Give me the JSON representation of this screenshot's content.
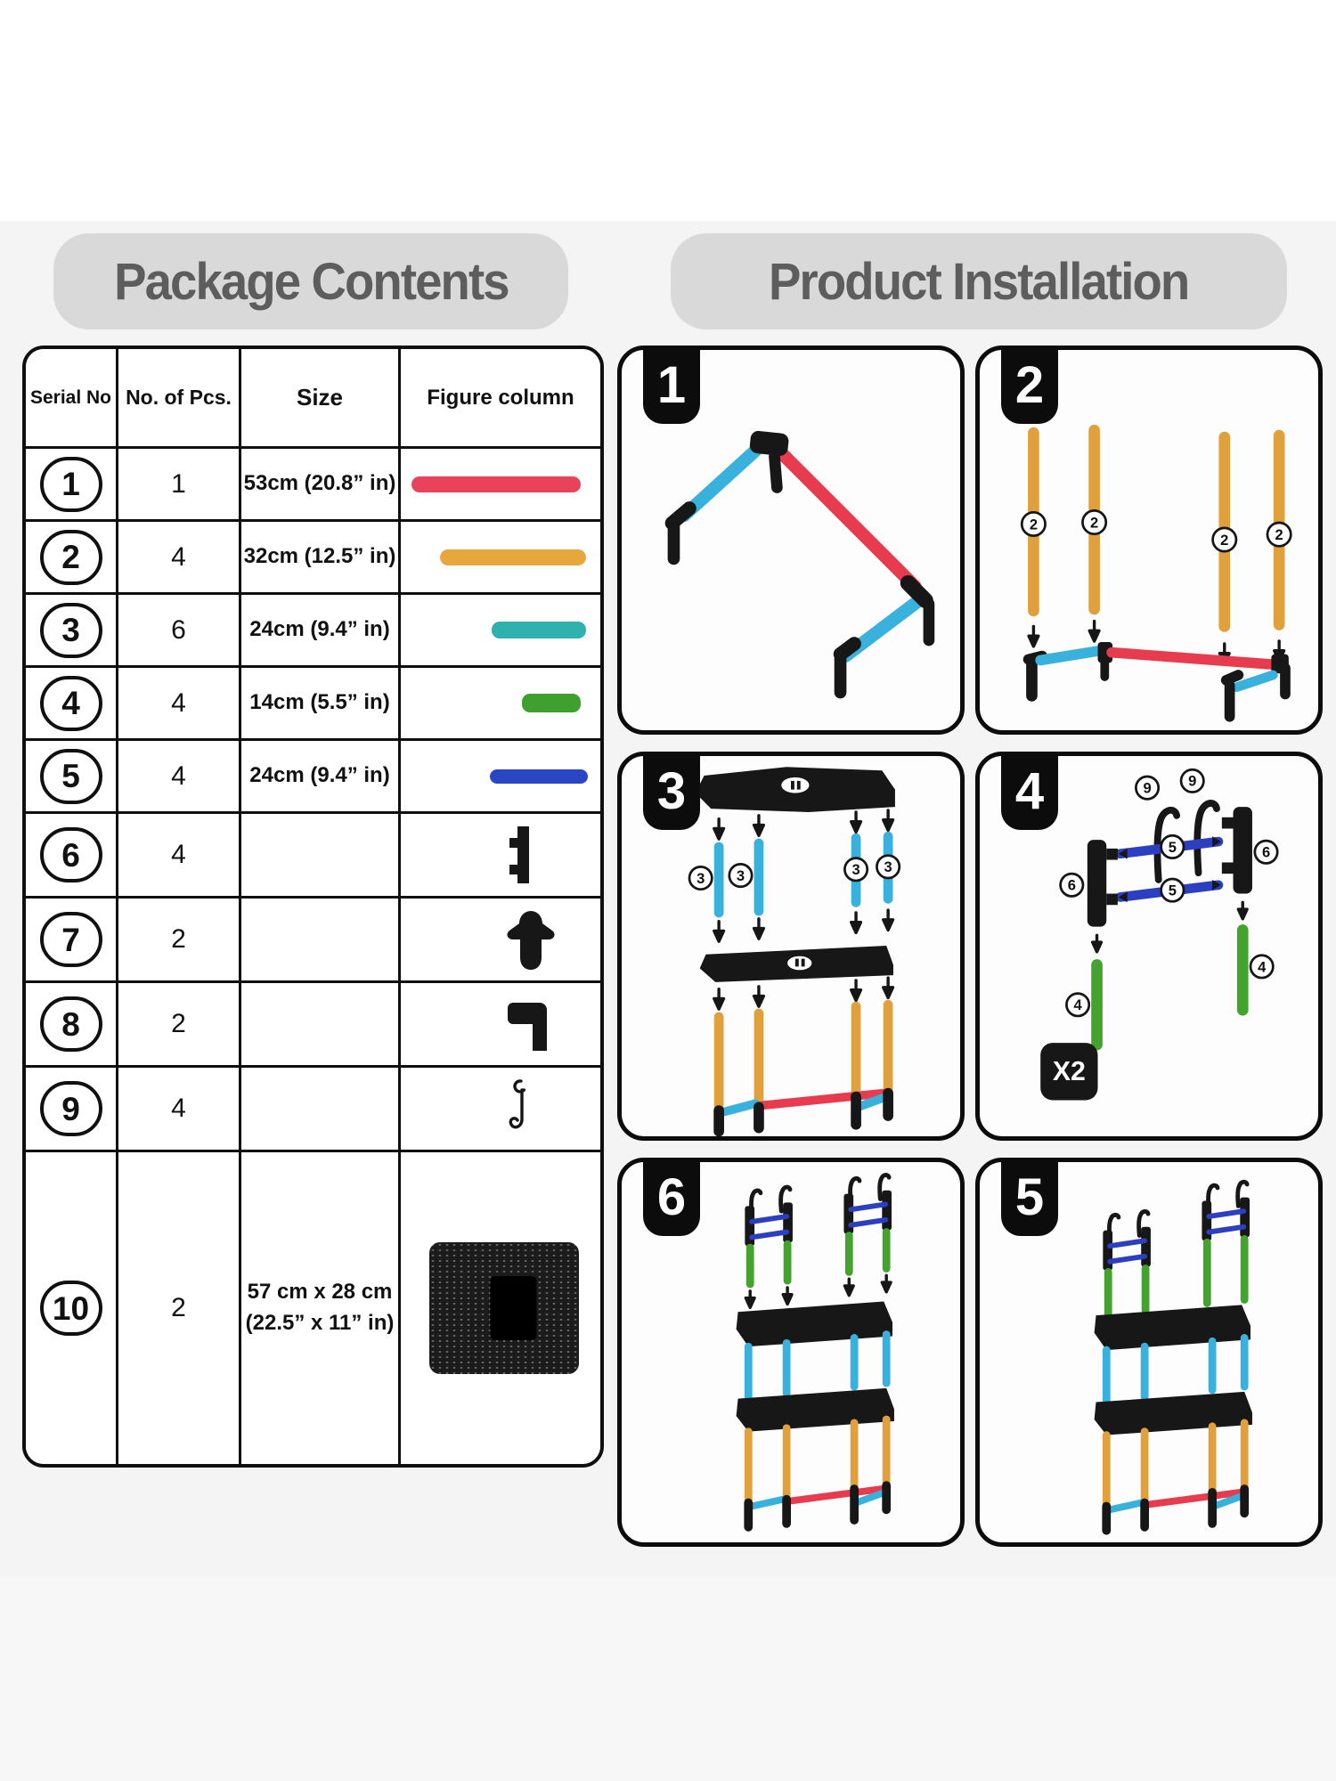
{
  "titles": {
    "left": "Package Contents",
    "right": "Product Installation"
  },
  "table": {
    "headers": [
      "Serial No",
      "No. of Pcs.",
      "Size",
      "Figure column"
    ],
    "rows": [
      {
        "serial": "1",
        "pcs": "1",
        "size": "53cm (20.8” in)",
        "figure": "red-tube"
      },
      {
        "serial": "2",
        "pcs": "4",
        "size": "32cm (12.5” in)",
        "figure": "orange-tube"
      },
      {
        "serial": "3",
        "pcs": "6",
        "size": "24cm (9.4” in)",
        "figure": "teal-tube"
      },
      {
        "serial": "4",
        "pcs": "4",
        "size": "14cm (5.5” in)",
        "figure": "green-tube"
      },
      {
        "serial": "5",
        "pcs": "4",
        "size": "24cm (9.4” in)",
        "figure": "blue-tube"
      },
      {
        "serial": "6",
        "pcs": "4",
        "size": "",
        "figure": "corner-connector"
      },
      {
        "serial": "7",
        "pcs": "2",
        "size": "",
        "figure": "three-way-connector"
      },
      {
        "serial": "8",
        "pcs": "2",
        "size": "",
        "figure": "foot-connector"
      },
      {
        "serial": "9",
        "pcs": "4",
        "size": "",
        "figure": "s-hook"
      },
      {
        "serial": "10",
        "pcs": "2",
        "size_line1": "57 cm x 28 cm",
        "size_line2": "(22.5” x 11” in)",
        "figure": "mesh-panel"
      }
    ]
  },
  "steps": [
    {
      "number": "1"
    },
    {
      "number": "2"
    },
    {
      "number": "3"
    },
    {
      "number": "4"
    },
    {
      "number": "6"
    },
    {
      "number": "5"
    }
  ],
  "parts": {
    "pole2": "2",
    "pole3": "3",
    "hook9": "9",
    "bar5": "5",
    "bracket6": "6",
    "pole4": "4",
    "multiplier": "X2"
  },
  "colors": {
    "tube_red": "#e8435a",
    "tube_orange": "#e6a83c",
    "tube_teal": "#2fb2af",
    "tube_green": "#3f9f2f",
    "tube_blue": "#2b46c5",
    "diagram_sky": "#38b1dc",
    "diagram_deep_blue": "#2b3fc0",
    "part_black": "#171717",
    "title_bg": "#d9d9d9",
    "title_text": "#5d5d5d"
  }
}
